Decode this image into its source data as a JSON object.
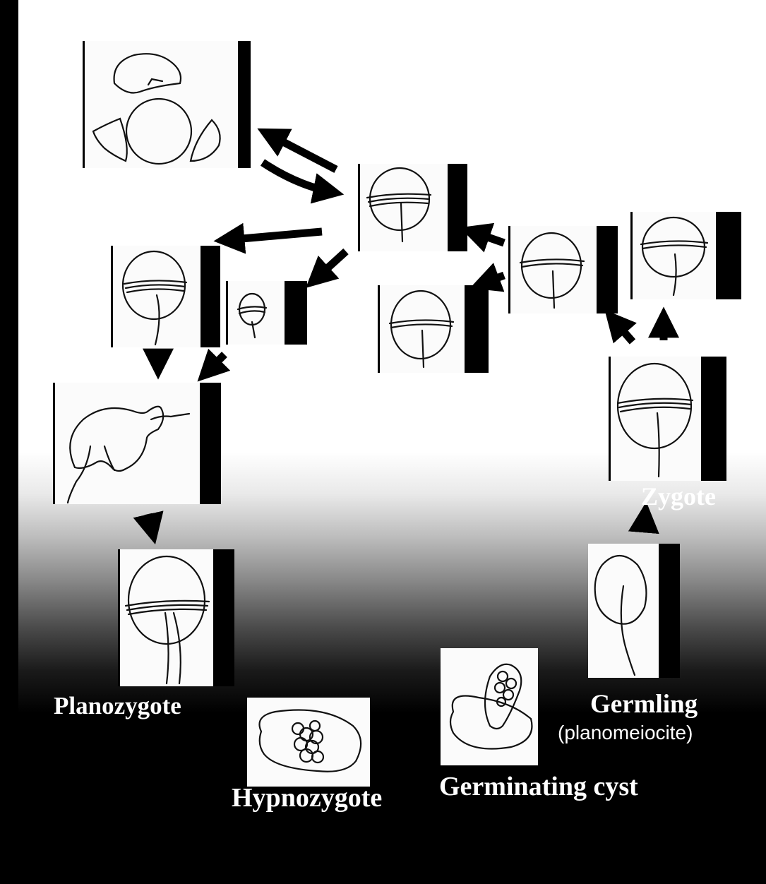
{
  "stages": {
    "planozygote": "Planozygote",
    "hypnozygote": "Hypnozygote",
    "germinating_cyst": "Germinating cyst",
    "germling": "Germling",
    "germling_note": "(planomeiocite)",
    "zygote": "Zygote"
  },
  "colors": {
    "background_top": "#ffffff",
    "background_bottom": "#000000",
    "label_text": "#ffffff",
    "line_art": "#111111"
  }
}
